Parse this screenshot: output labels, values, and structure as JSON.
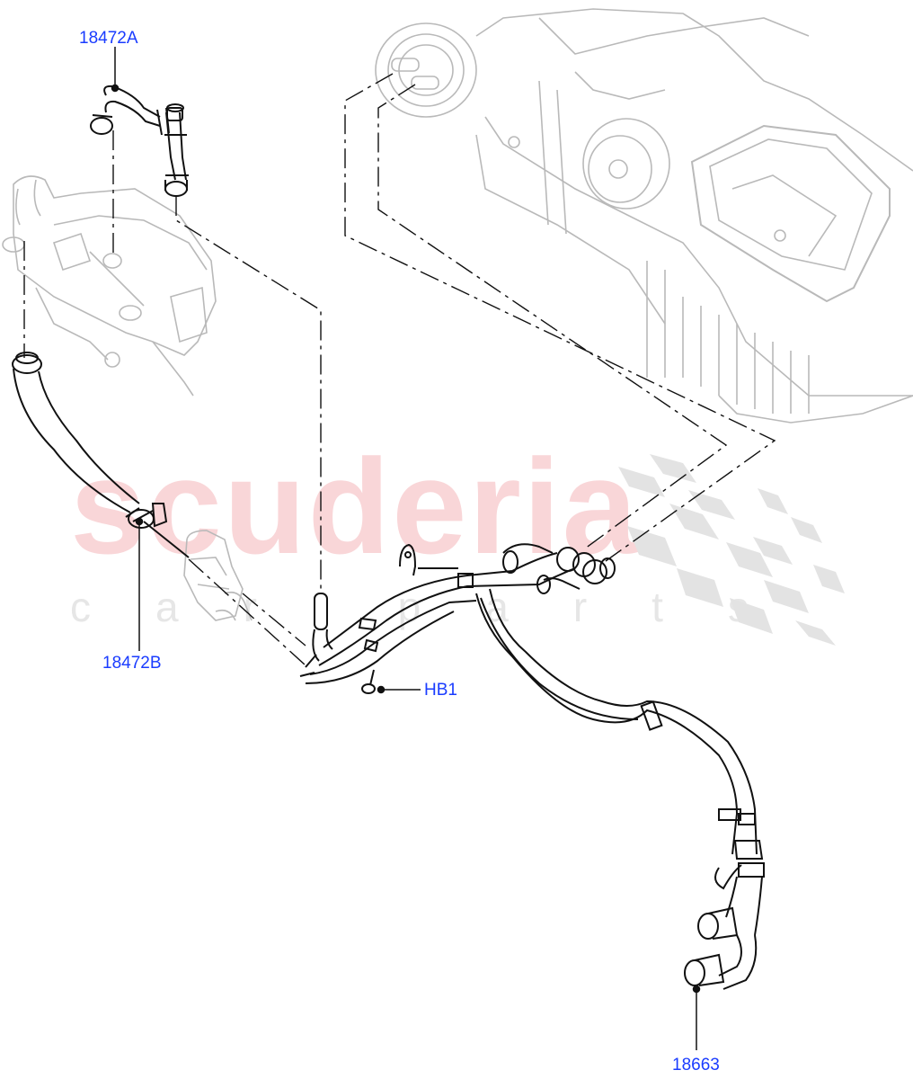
{
  "diagram": {
    "title": "Heater hoses / auxiliary heater coolant plumbing",
    "watermark": {
      "main": "scuderia",
      "sub": "car parts",
      "main_color": "#f9d6d8",
      "sub_color": "#e6e6e6"
    },
    "label_color": "#1a3cff",
    "callouts": [
      {
        "id": "18472A",
        "label": "18472A",
        "part": "hose-upper-auxiliary-heater"
      },
      {
        "id": "18472B",
        "label": "18472B",
        "part": "hose-lower-auxiliary-heater"
      },
      {
        "id": "HB1",
        "label": "HB1",
        "part": "retaining-bolt"
      },
      {
        "id": "18663",
        "label": "18663",
        "part": "heater-hose-assembly"
      }
    ],
    "components": [
      "hvac-unit",
      "auxiliary-heater",
      "coolant-valve",
      "heater-hose-assembly",
      "hose-upper",
      "hose-lower",
      "checkered-flag-logo"
    ]
  }
}
